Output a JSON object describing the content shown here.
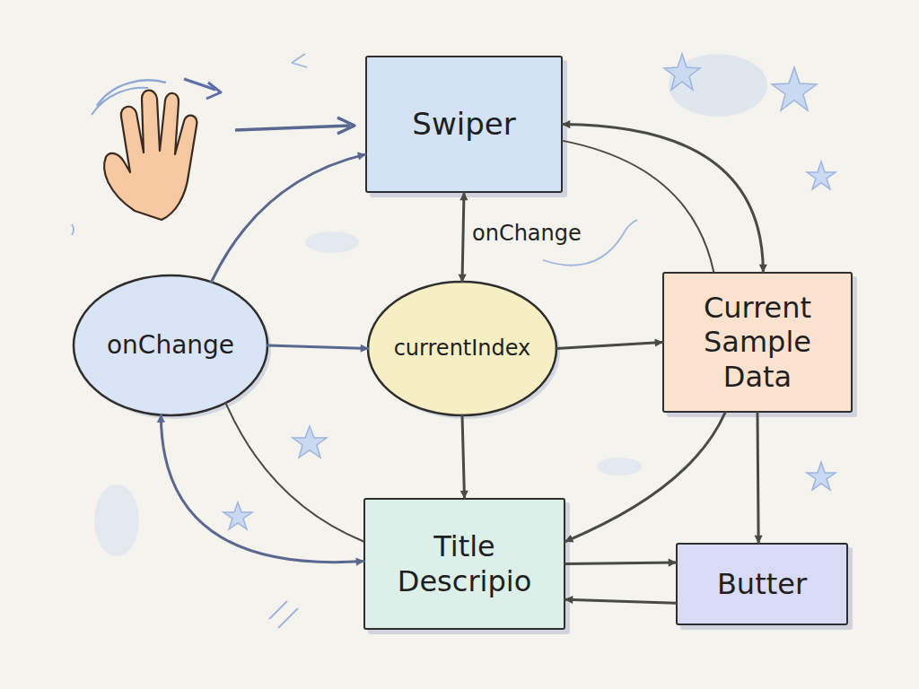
{
  "diagram": {
    "nodes": [
      {
        "text": [
          "Swiper"
        ]
      },
      {
        "text": [
          "onChange"
        ]
      },
      {
        "text": [
          "currentIndex"
        ]
      },
      {
        "text": [
          "Current Sample Data"
        ]
      },
      {
        "text": [
          "Title Descripio"
        ]
      },
      {
        "text": [
          "Butter"
        ]
      }
    ],
    "edges": [
      {
        "from": 0,
        "to": 2,
        "arrow": "both",
        "label": "onChange"
      },
      {
        "from": 0,
        "to": 3,
        "arrow": "both"
      },
      {
        "from": 3,
        "to": 0,
        "arrow": "none"
      },
      {
        "from": 1,
        "to": 0,
        "arrow": "to"
      },
      {
        "from": 1,
        "to": 2,
        "arrow": "to"
      },
      {
        "from": 2,
        "to": 3,
        "arrow": "to"
      },
      {
        "from": 2,
        "to": 4,
        "arrow": "to"
      },
      {
        "from": 3,
        "to": 4,
        "arrow": "to"
      },
      {
        "from": 3,
        "to": 5,
        "arrow": "to"
      },
      {
        "from": 1,
        "to": 4,
        "arrow": "both"
      },
      {
        "from": 1,
        "to": 4,
        "arrow": "none"
      },
      {
        "from": 4,
        "to": 5,
        "arrow": "to"
      },
      {
        "from": 5,
        "to": 4,
        "arrow": "to"
      }
    ]
  }
}
